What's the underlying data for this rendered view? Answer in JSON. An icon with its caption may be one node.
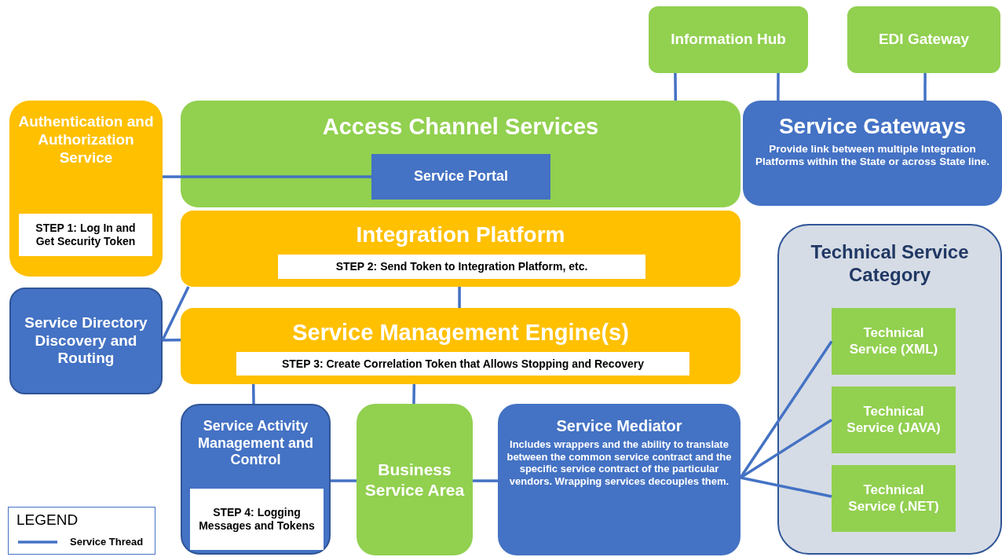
{
  "diagram": {
    "nodes": [
      {
        "text": [
          "Information Hub"
        ]
      },
      {
        "text": [
          "EDI Gateway"
        ]
      },
      {
        "text": [
          "Authentication and Authorization Service"
        ]
      },
      {
        "text": [
          "STEP 1: Log In and Get Security Token"
        ],
        "in": 2
      },
      {
        "text": [
          "Access Channel Services"
        ]
      },
      {
        "text": [
          "Service Portal"
        ],
        "in": 4
      },
      {
        "text": [
          "Service Gateways",
          "Provide link between multiple Integration Platforms within the State or across State line."
        ]
      },
      {
        "text": [
          "Integration Platform"
        ]
      },
      {
        "text": [
          "STEP 2: Send Token to Integration Platform, etc."
        ],
        "in": 7
      },
      {
        "text": [
          "Technical Service Category"
        ]
      },
      {
        "text": [
          "Technical Service (XML)"
        ],
        "in": 9
      },
      {
        "text": [
          "Technical Service (JAVA)"
        ],
        "in": 9
      },
      {
        "text": [
          "Technical Service (.NET)"
        ],
        "in": 9
      },
      {
        "text": [
          "Service Directory Discovery and Routing"
        ]
      },
      {
        "text": [
          "Service Management Engine(s)"
        ]
      },
      {
        "text": [
          "STEP 3: Create Correlation Token that Allows Stopping and Recovery"
        ],
        "in": 14
      },
      {
        "text": [
          "Service Activity Management and Control"
        ]
      },
      {
        "text": [
          "STEP 4: Logging Messages and Tokens"
        ],
        "in": 16
      },
      {
        "text": [
          "Business Service Area"
        ]
      },
      {
        "text": [
          "Service Mediator",
          "Includes wrappers and the ability to translate between the common service contract and the specific service contract of the particular vendors. Wrapping services decouples them."
        ]
      }
    ],
    "edges": [
      {
        "from": 2,
        "to": 5,
        "arrow": "none"
      },
      {
        "from": 0,
        "to": 4,
        "arrow": "none"
      },
      {
        "from": 0,
        "to": 6,
        "arrow": "none"
      },
      {
        "from": 1,
        "to": 6,
        "arrow": "none"
      },
      {
        "from": 7,
        "to": 14,
        "arrow": "none"
      },
      {
        "from": 13,
        "to": 7,
        "arrow": "none"
      },
      {
        "from": 13,
        "to": 14,
        "arrow": "none"
      },
      {
        "from": 14,
        "to": 16,
        "arrow": "none"
      },
      {
        "from": 14,
        "to": 18,
        "arrow": "none"
      },
      {
        "from": 16,
        "to": 18,
        "arrow": "none"
      },
      {
        "from": 18,
        "to": 19,
        "arrow": "none"
      },
      {
        "from": 19,
        "to": 10,
        "arrow": "none"
      },
      {
        "from": 19,
        "to": 11,
        "arrow": "none"
      },
      {
        "from": 19,
        "to": 12,
        "arrow": "none"
      }
    ],
    "labels": [
      "LEGEND"
    ],
    "legend": [
      {
        "text": "Service Thread"
      }
    ]
  }
}
